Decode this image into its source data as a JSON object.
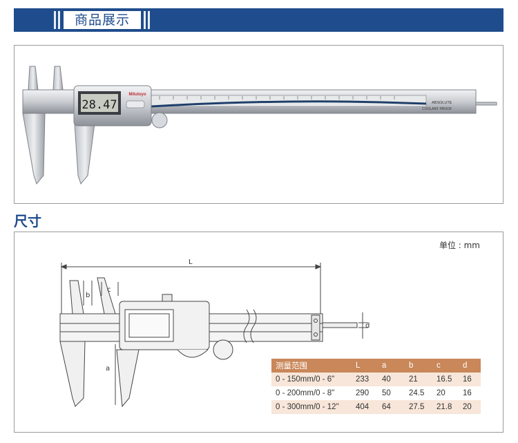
{
  "header": {
    "title": "商品展示"
  },
  "product_photo": {
    "display_reading": "28.47",
    "brand": "Mitutoyo",
    "model_text": "ABSOLUTE",
    "feature_text": "COOLANT PROOF"
  },
  "dimensions_section": {
    "title": "尺寸",
    "unit_label": "单位 : mm",
    "drawing_labels": {
      "L": "L",
      "a": "a",
      "b": "b",
      "c": "c",
      "d": "d"
    },
    "table": {
      "headers": [
        "测量范围",
        "L",
        "a",
        "b",
        "c",
        "d"
      ],
      "rows": [
        [
          "0 - 150mm/0 - 6\"",
          "233",
          "40",
          "21",
          "16.5",
          "16"
        ],
        [
          "0 - 200mm/0 - 8\"",
          "290",
          "50",
          "24.5",
          "20",
          "16"
        ],
        [
          "0 - 300mm/0 - 12\"",
          "404",
          "64",
          "27.5",
          "21.8",
          "20"
        ]
      ]
    }
  }
}
